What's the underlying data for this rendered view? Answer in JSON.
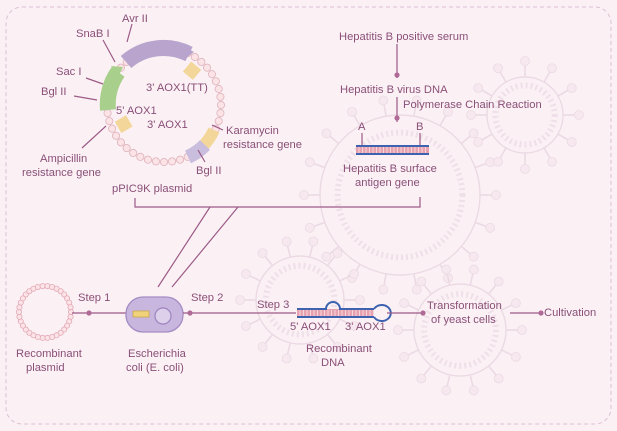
{
  "plasmid": {
    "name": "pPIC9K plasmid",
    "sites": {
      "snab1": "SnaB I",
      "avr2": "Avr II",
      "sac1": "Sac I",
      "bgl2_left": "Bgl II",
      "aox1_5": "5' AOX1",
      "aox1_tt": "3' AOX1(TT)",
      "aox1_3": "3' AOX1",
      "karamycin": [
        "Karamycin",
        "resistance gene"
      ],
      "bgl2_right": "Bgl II",
      "ampicillin": [
        "Ampicillin",
        "resistance gene"
      ]
    }
  },
  "pcr_flow": {
    "serum": "Hepatitis B positive serum",
    "dna": "Hepatitis B virus DNA",
    "pcr": "Polymerase Chain Reaction",
    "primer_a": "A",
    "primer_b": "B",
    "gene": [
      "Hepatitis B surface",
      "antigen gene"
    ]
  },
  "steps": {
    "step1": "Step 1",
    "step2": "Step 2",
    "step3": "Step 3",
    "recombinant_plasmid": [
      "Recombinant",
      "plasmid"
    ],
    "ecoli": [
      "Escherichia",
      "coli (E. coli)"
    ],
    "recombinant_dna": [
      "Recombinant",
      "DNA"
    ],
    "dna_aox1_5": "5' AOX1",
    "dna_aox1_3": "3' AOX1",
    "transformation": [
      "Transformation",
      "of yeast cells"
    ],
    "cultivation": "Cultivation"
  },
  "colors": {
    "accent": "#9c5a86",
    "backbone": "#b8a4cc",
    "green_segment": "#a9cf8c",
    "yellow_segment": "#f3d79a",
    "dna_blue": "#3d63b0",
    "dna_pink": "#e7a2b0"
  }
}
